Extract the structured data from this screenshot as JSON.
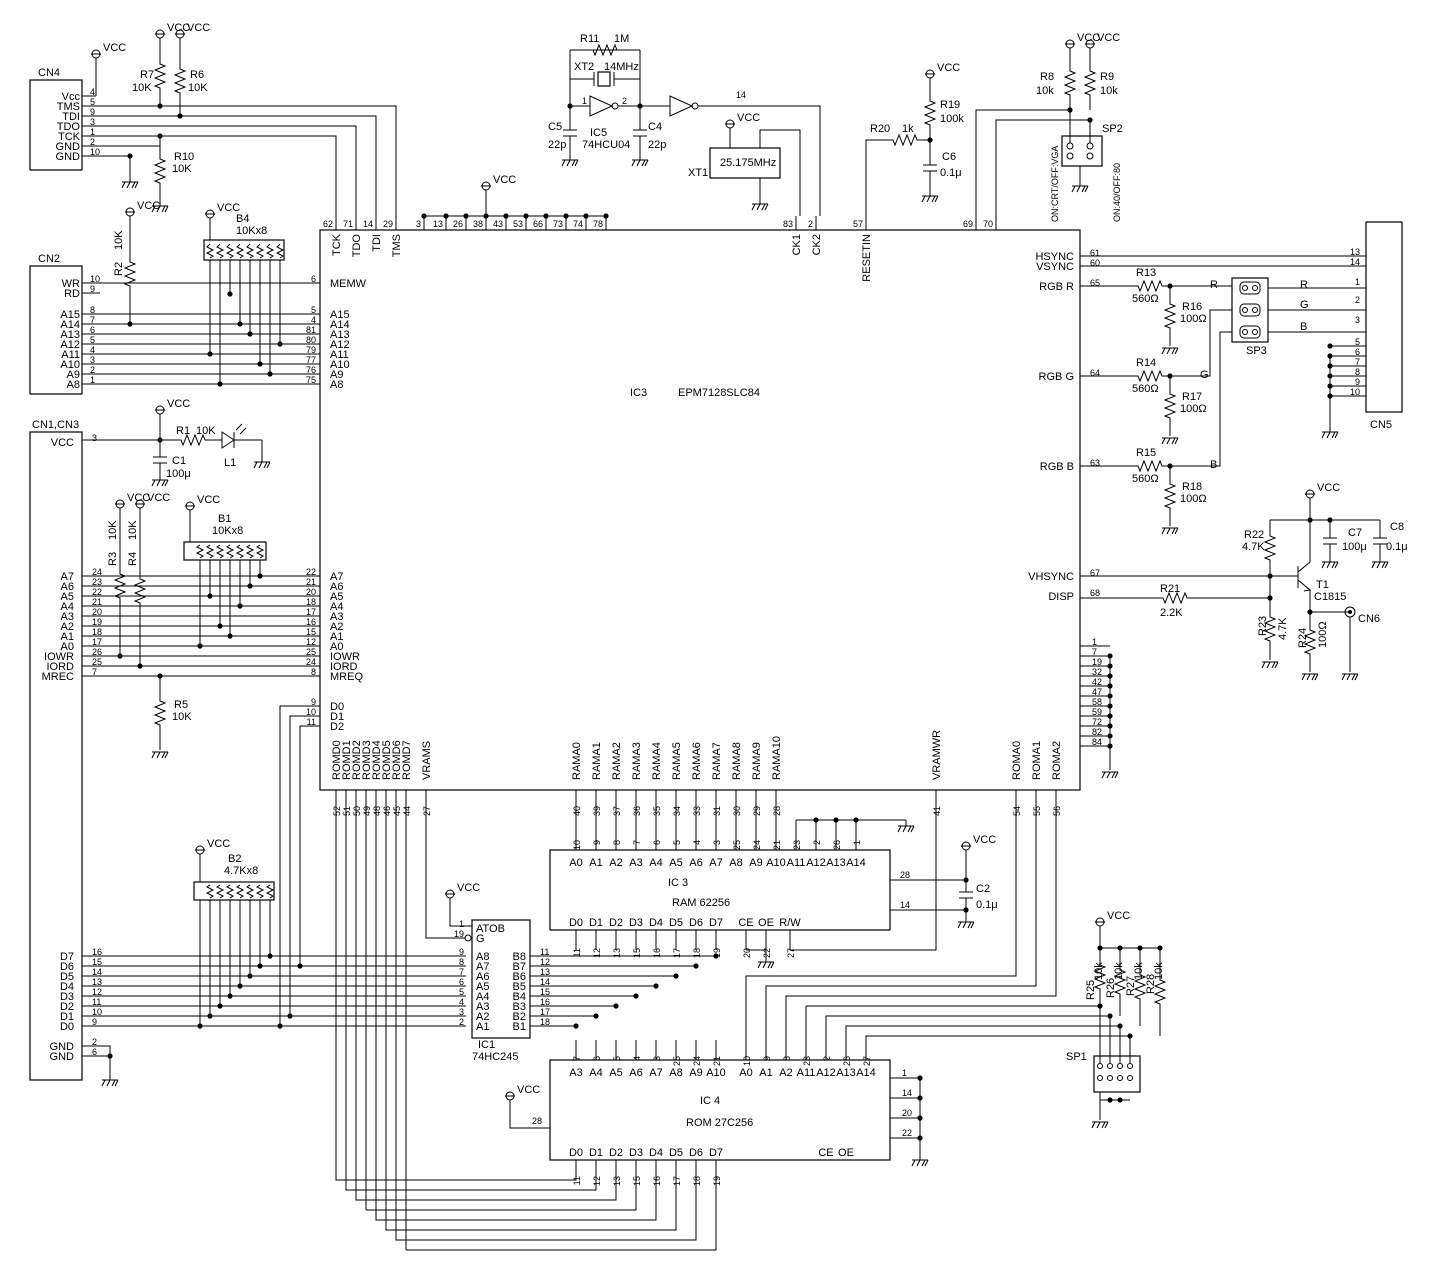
{
  "schematic": {
    "chip": {
      "ref": "IC3",
      "part": "EPM7128SLC84"
    },
    "chip_top_pins": [
      "62",
      "71",
      "14",
      "29",
      "3",
      "13",
      "26",
      "38",
      "43",
      "53",
      "66",
      "73",
      "74",
      "78",
      "83",
      "2",
      "57",
      "69",
      "70"
    ],
    "chip_top_labels": [
      "TCK",
      "TDO",
      "TDI",
      "TMS",
      "CK1",
      "CK2",
      "RESETIN"
    ],
    "chip_left_labels": [
      "MEMW",
      "A15",
      "A14",
      "A13",
      "A12",
      "A11",
      "A10",
      "A9",
      "A8",
      "A7",
      "A6",
      "A5",
      "A4",
      "A3",
      "A2",
      "A1",
      "A0",
      "IOWR",
      "IORD",
      "MREQ",
      "D0",
      "D1",
      "D2"
    ],
    "chip_left_pins": [
      "6",
      "5",
      "4",
      "81",
      "80",
      "79",
      "77",
      "76",
      "75",
      "22",
      "21",
      "20",
      "18",
      "17",
      "16",
      "15",
      "12",
      "25",
      "24",
      "8",
      "9",
      "10",
      "11"
    ],
    "chip_bottom_labels": [
      "ROMD0",
      "ROMD1",
      "ROMD2",
      "ROMD3",
      "ROMD4",
      "ROMD5",
      "ROMD6",
      "ROMD7",
      "VRAMS",
      "RAMA0",
      "RAMA1",
      "RAMA2",
      "RAMA3",
      "RAMA4",
      "RAMA5",
      "RAMA6",
      "RAMA7",
      "RAMA8",
      "RAMA9",
      "RAMA10",
      "VRAMWR",
      "ROMA0",
      "ROMA1",
      "ROMA2"
    ],
    "chip_bottom_pins": [
      "52",
      "51",
      "50",
      "49",
      "48",
      "46",
      "45",
      "44",
      "27",
      "40",
      "39",
      "37",
      "36",
      "35",
      "34",
      "33",
      "31",
      "30",
      "29",
      "28",
      "41",
      "54",
      "55",
      "56"
    ],
    "chip_right_labels": [
      "HSYNC",
      "VSYNC",
      "RGB R",
      "RGB G",
      "RGB B",
      "VHSYNC",
      "DISP"
    ],
    "chip_right_pins": [
      "61",
      "60",
      "65",
      "64",
      "63",
      "67",
      "68"
    ],
    "chip_gnd_pins": [
      "1",
      "7",
      "19",
      "32",
      "42",
      "47",
      "58",
      "59",
      "72",
      "82",
      "84"
    ],
    "connectors": {
      "cn4": {
        "name": "CN4",
        "pins": [
          "Vcc",
          "TMS",
          "TDI",
          "TDO",
          "TCK",
          "GND",
          "GND"
        ],
        "nums": [
          "4",
          "5",
          "9",
          "3",
          "1",
          "2",
          "10"
        ]
      },
      "cn2": {
        "name": "CN2",
        "pins": [
          "WR",
          "RD",
          "A15",
          "A14",
          "A13",
          "A12",
          "A11",
          "A10",
          "A9",
          "A8"
        ],
        "nums": [
          "10",
          "9",
          "8",
          "7",
          "6",
          "5",
          "4",
          "3",
          "2",
          "1"
        ]
      },
      "cn13": {
        "name": "CN1,CN3",
        "pins": [
          "VCC",
          "A7",
          "A6",
          "A5",
          "A4",
          "A3",
          "A2",
          "A1",
          "A0",
          "IOWR",
          "IORD",
          "MREC",
          "D7",
          "D6",
          "D5",
          "D4",
          "D3",
          "D2",
          "D1",
          "D0",
          "GND",
          "GND"
        ],
        "nums": [
          "3",
          "24",
          "23",
          "22",
          "21",
          "20",
          "19",
          "18",
          "17",
          "26",
          "25",
          "7",
          "16",
          "15",
          "14",
          "13",
          "12",
          "11",
          "10",
          "9",
          "2",
          "6"
        ]
      },
      "cn5": {
        "name": "CN5",
        "pins": [
          "13",
          "14",
          "1",
          "2",
          "3",
          "5",
          "6",
          "7",
          "8",
          "9",
          "10"
        ]
      },
      "cn6": {
        "name": "CN6"
      }
    },
    "resistors": [
      {
        "ref": "R7",
        "val": "10K"
      },
      {
        "ref": "R6",
        "val": "10K"
      },
      {
        "ref": "R10",
        "val": "10K"
      },
      {
        "ref": "R2",
        "val": "10K"
      },
      {
        "ref": "R1",
        "val": "10K"
      },
      {
        "ref": "R3",
        "val": "10K"
      },
      {
        "ref": "R4",
        "val": "10K"
      },
      {
        "ref": "R5",
        "val": "10K"
      },
      {
        "ref": "R11",
        "val": "1M"
      },
      {
        "ref": "R19",
        "val": "100k"
      },
      {
        "ref": "R20",
        "val": "1k"
      },
      {
        "ref": "R8",
        "val": "10k"
      },
      {
        "ref": "R9",
        "val": "10k"
      },
      {
        "ref": "R13",
        "val": "560Ω"
      },
      {
        "ref": "R14",
        "val": "560Ω"
      },
      {
        "ref": "R15",
        "val": "560Ω"
      },
      {
        "ref": "R16",
        "val": "100Ω"
      },
      {
        "ref": "R17",
        "val": "100Ω"
      },
      {
        "ref": "R18",
        "val": "100Ω"
      },
      {
        "ref": "R22",
        "val": "4.7K"
      },
      {
        "ref": "R21",
        "val": "2.2K"
      },
      {
        "ref": "R23",
        "val": "4.7K"
      },
      {
        "ref": "R24",
        "val": "100Ω"
      },
      {
        "ref": "R25",
        "val": "10k"
      },
      {
        "ref": "R26",
        "val": "10k"
      },
      {
        "ref": "R27",
        "val": "10k"
      },
      {
        "ref": "R28",
        "val": "10k"
      }
    ],
    "capacitors": [
      {
        "ref": "C1",
        "val": "100μ"
      },
      {
        "ref": "C5",
        "val": "22p"
      },
      {
        "ref": "C4",
        "val": "22p"
      },
      {
        "ref": "C6",
        "val": "0.1μ"
      },
      {
        "ref": "C7",
        "val": "100μ"
      },
      {
        "ref": "C8",
        "val": "0.1μ"
      },
      {
        "ref": "C2",
        "val": "0.1μ"
      }
    ],
    "arrays": [
      {
        "ref": "B4",
        "val": "10Kx8"
      },
      {
        "ref": "B1",
        "val": "10Kx8"
      },
      {
        "ref": "B2",
        "val": "4.7Kx8"
      }
    ],
    "misc": {
      "vcc": "VCC",
      "gnd": "GND",
      "l1": "L1",
      "xt2": "XT2",
      "xt2_val": "14MHz",
      "ic5": "IC5",
      "ic5_part": "74HCU04",
      "xt1": "XT1",
      "xt1_val": "25.175MHz",
      "clk_pin": "14",
      "t1": "T1",
      "t1_part": "C1815",
      "sp1": "SP1",
      "sp2": "SP2",
      "sp3": "SP3",
      "sp2_a": "ON:CRT/OFF:VGA",
      "sp2_b": "ON:40/OFF:80",
      "r_lbl": "R",
      "g_lbl": "G",
      "b_lbl": "B"
    },
    "ic1": {
      "ref": "IC1",
      "part": "74HC245",
      "left_labels": [
        "ATOB",
        "G",
        "A8",
        "A7",
        "A6",
        "A5",
        "A4",
        "A3",
        "A2",
        "A1"
      ],
      "left_pins": [
        "1",
        "19",
        "9",
        "8",
        "7",
        "6",
        "5",
        "4",
        "3",
        "2"
      ],
      "right_labels": [
        "B8",
        "B7",
        "B6",
        "B5",
        "B4",
        "B3",
        "B2",
        "B1"
      ],
      "right_pins": [
        "11",
        "12",
        "13",
        "14",
        "15",
        "16",
        "17",
        "18"
      ]
    },
    "ram": {
      "ref": "IC 3",
      "part": "RAM 62256",
      "addr_labels": [
        "A0",
        "A1",
        "A2",
        "A3",
        "A4",
        "A5",
        "A6",
        "A7",
        "A8",
        "A9",
        "A10",
        "A11",
        "A12",
        "A13",
        "A14"
      ],
      "addr_pins": [
        "10",
        "9",
        "8",
        "7",
        "6",
        "5",
        "4",
        "3",
        "25",
        "24",
        "21",
        "23",
        "2",
        "26",
        "1"
      ],
      "data_labels": [
        "D0",
        "D1",
        "D2",
        "D3",
        "D4",
        "D5",
        "D6",
        "D7",
        "CE",
        "OE",
        "R/W"
      ],
      "data_pins": [
        "11",
        "12",
        "13",
        "15",
        "16",
        "17",
        "18",
        "19",
        "20",
        "22",
        "27"
      ],
      "side_pins": [
        "28",
        "14"
      ]
    },
    "rom": {
      "ref": "IC 4",
      "part": "ROM 27C256",
      "addr_labels": [
        "A3",
        "A4",
        "A5",
        "A6",
        "A7",
        "A8",
        "A9",
        "A10",
        "A0",
        "A1",
        "A2",
        "A11",
        "A12",
        "A13",
        "A14"
      ],
      "addr_pins": [
        "7",
        "6",
        "5",
        "4",
        "3",
        "25",
        "24",
        "21",
        "10",
        "9",
        "8",
        "23",
        "2",
        "26",
        "27"
      ],
      "data_labels": [
        "D0",
        "D1",
        "D2",
        "D3",
        "D4",
        "D5",
        "D6",
        "D7",
        "CE",
        "OE"
      ],
      "data_pins": [
        "11",
        "12",
        "13",
        "15",
        "16",
        "17",
        "18",
        "19"
      ],
      "side_pins": [
        "1",
        "14",
        "20",
        "22",
        "28"
      ]
    }
  }
}
